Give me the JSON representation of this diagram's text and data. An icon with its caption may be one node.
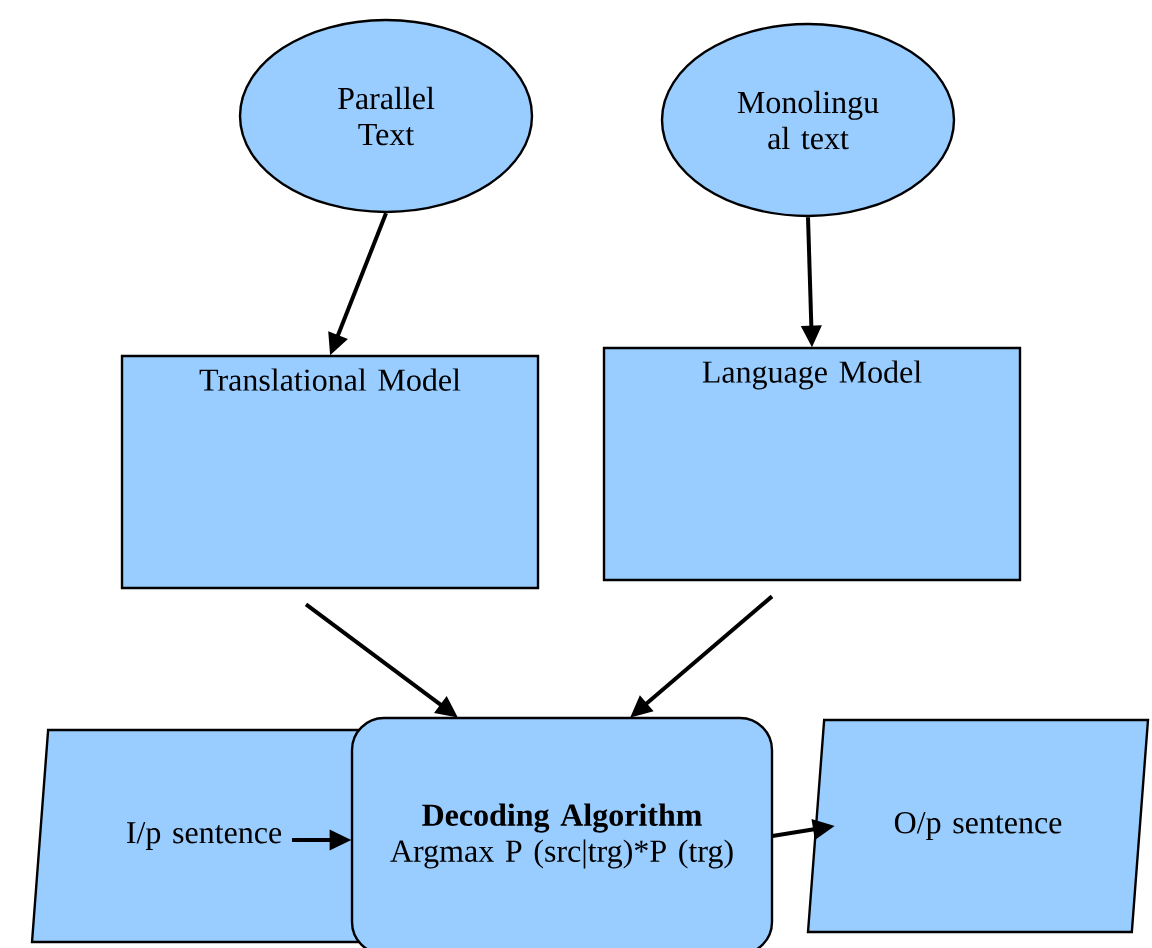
{
  "diagram": {
    "nodes": [
      {
        "text": [
          "Parallel Text"
        ]
      },
      {
        "text": [
          "Monolingu al text"
        ]
      },
      {
        "text": [
          "Translational Model"
        ]
      },
      {
        "text": [
          "Language Model"
        ]
      },
      {
        "text": [
          "I/p sentence"
        ]
      },
      {
        "text": [
          "Decoding Algorithm",
          "Argmax P (src|trg)*P (trg)"
        ]
      },
      {
        "text": [
          "O/p sentence"
        ]
      }
    ],
    "edges": [
      {
        "from": 0,
        "to": 2,
        "arrow": "to"
      },
      {
        "from": 1,
        "to": 3,
        "arrow": "to"
      },
      {
        "from": 2,
        "to": 5,
        "arrow": "to"
      },
      {
        "from": 3,
        "to": 5,
        "arrow": "to"
      },
      {
        "from": 4,
        "to": 5,
        "arrow": "to"
      },
      {
        "from": 5,
        "to": 6,
        "arrow": "to"
      }
    ]
  }
}
